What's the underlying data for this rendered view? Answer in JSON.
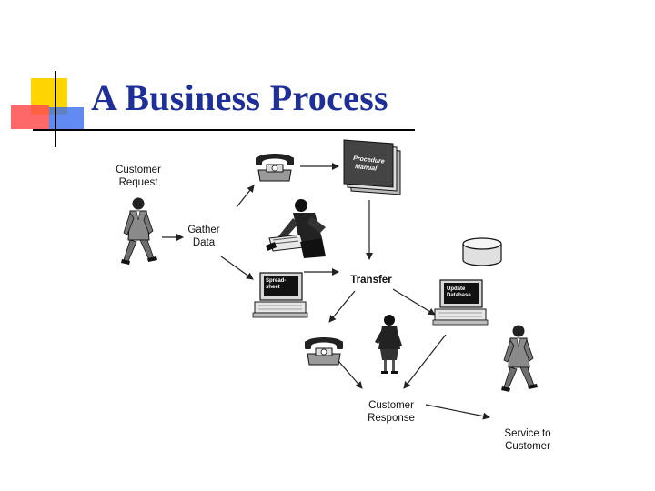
{
  "title": "A Business Process",
  "nodes": {
    "customer_request": {
      "line1": "Customer",
      "line2": "Request"
    },
    "gather_data": {
      "line1": "Gather",
      "line2": "Data"
    },
    "transfer": {
      "label": "Transfer"
    },
    "customer_response": {
      "line1": "Customer",
      "line2": "Response"
    },
    "service_to_customer": {
      "line1": "Service to",
      "line2": "Customer"
    }
  },
  "clipart_text": {
    "procedure_manual": {
      "line1": "Procedure",
      "line2": "Manual"
    },
    "spreadsheet_screen": {
      "line1": "Spread-",
      "line2": "sheet"
    },
    "database_screen": {
      "line1": "Update",
      "line2": "Database"
    }
  },
  "colors": {
    "title": "#1f2f99",
    "deco_yellow": "#ffd500",
    "deco_red": "#ff4d4d",
    "deco_blue": "#3a6df0"
  },
  "icons": [
    "telephone-icon",
    "procedure-manual-icon",
    "businessman-walking-icon",
    "office-worker-icon",
    "computer-terminal-icon",
    "database-cylinder-icon",
    "businesswoman-icon"
  ]
}
